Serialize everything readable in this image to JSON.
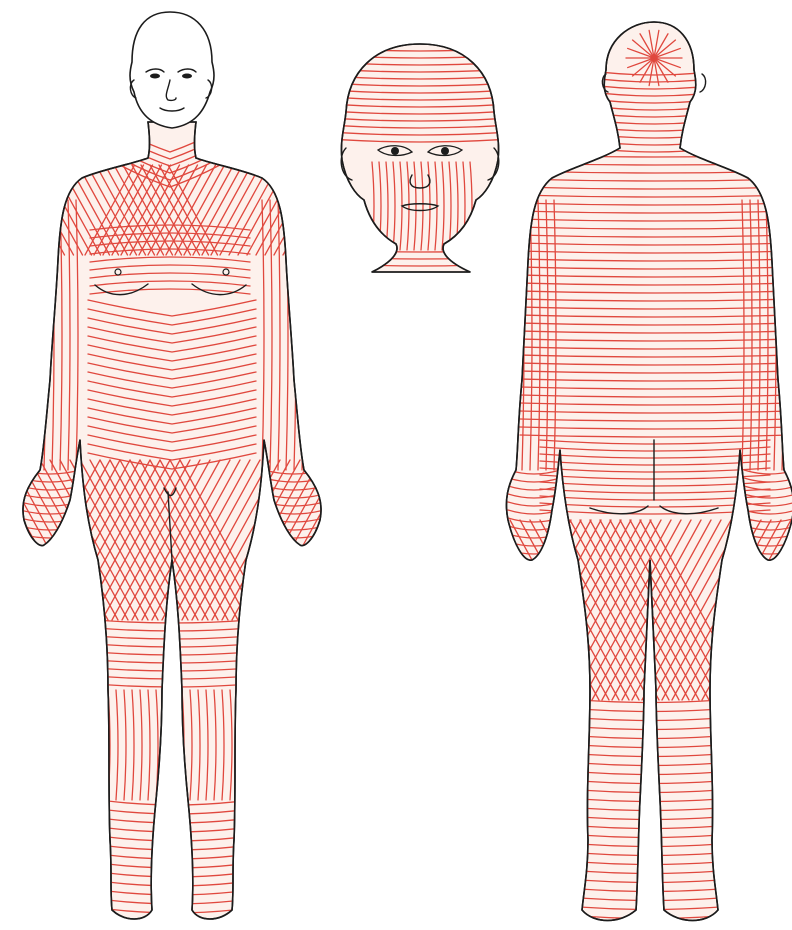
{
  "figures": [
    {
      "view": "anterior"
    },
    {
      "view": "face"
    },
    {
      "view": "posterior"
    }
  ],
  "colors": {
    "lines": "#e0483e",
    "outline": "#1c1c1c",
    "skin": "#fdf1ec",
    "background": "#ffffff"
  }
}
